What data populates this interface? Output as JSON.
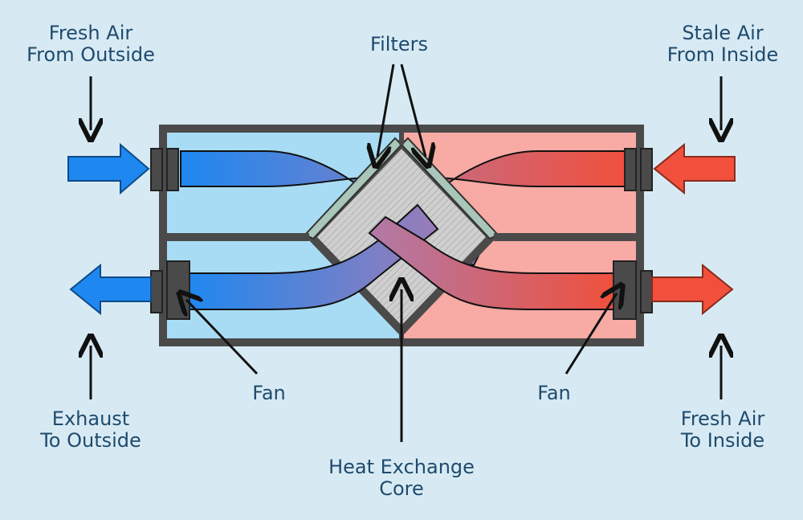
{
  "labels": {
    "fresh_in": [
      "Fresh Air",
      "From Outside"
    ],
    "stale_in": [
      "Stale Air",
      "From Inside"
    ],
    "filters": "Filters",
    "exhaust": [
      "Exhaust",
      "To Outside"
    ],
    "fresh_out": [
      "Fresh Air",
      "To Inside"
    ],
    "fan_left": "Fan",
    "fan_right": "Fan",
    "core": [
      "Heat Exchange",
      "Core"
    ]
  },
  "colors": {
    "cold": "#1e88f0",
    "warm": "#f0503c",
    "cold_panel": "#a8dcf5",
    "warm_panel": "#f8aaa4",
    "frame": "#4a4a4a",
    "filter": "#a9c6b9",
    "text": "#1f4a6e"
  }
}
